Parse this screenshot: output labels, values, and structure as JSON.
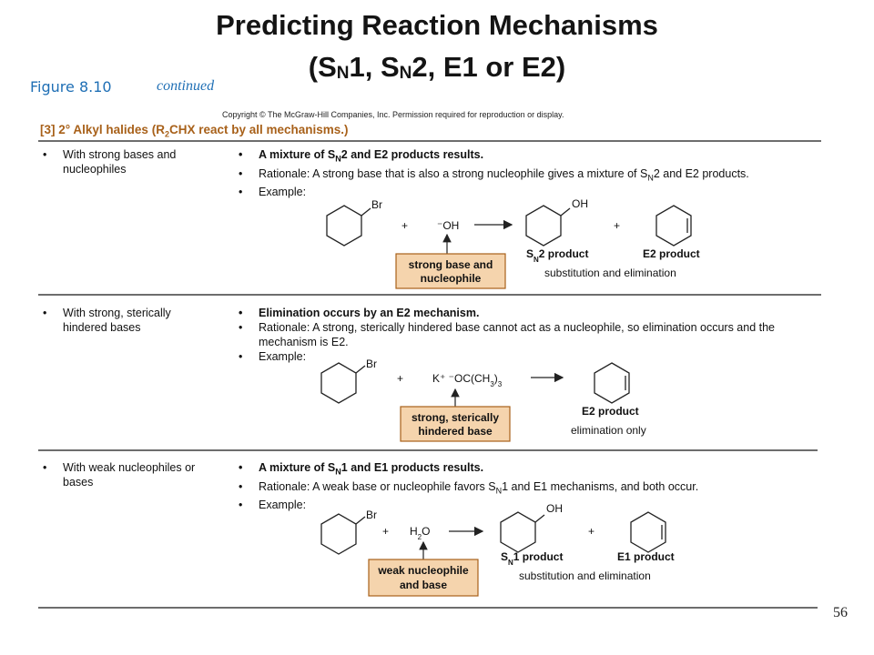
{
  "title": {
    "line1": "Predicting Reaction Mechanisms",
    "line2_open": "(S",
    "sub1": "N",
    "mid1": "1, S",
    "sub2": "N",
    "mid2": "2, E1 or E2)"
  },
  "figure_label": "Figure 8.10",
  "continued": "continued",
  "copyright": "Copyright © The McGraw-Hill Companies, Inc. Permission required for reproduction or display.",
  "section": {
    "pre": "[3] 2° Alkyl halides (R",
    "sub": "2",
    "post": "CHX react by all mechanisms.)"
  },
  "rows": [
    {
      "condition": "With strong bases and nucleophiles",
      "bullets": {
        "b1_pre": "A mixture of S",
        "b1_sub": "N",
        "b1_post": "2 and E2 products results.",
        "b2_pre": "Rationale: A strong base that is also a strong nucleophile gives a mixture of S",
        "b2_sub": "N",
        "b2_post": "2 and E2 products.",
        "b3": "Example:"
      },
      "scheme": {
        "leaving_group": "Br",
        "plus1": "+",
        "reagent": "⁻OH",
        "plus2": "+",
        "product_oh": "OH",
        "note_line1": "strong base and",
        "note_line2": "nucleophile",
        "p1_pre": "S",
        "p1_sub": "N",
        "p1_post": "2 product",
        "p2": "E2 product",
        "caption": "substitution and elimination"
      }
    },
    {
      "condition": "With strong, sterically hindered bases",
      "bullets": {
        "b1": "Elimination occurs by an E2 mechanism.",
        "b2": "Rationale: A strong, sterically hindered base cannot act as a nucleophile, so elimination occurs and the mechanism is E2.",
        "b3": "Example:"
      },
      "scheme": {
        "leaving_group": "Br",
        "plus1": "+",
        "reagent_pre": "K⁺ ⁻OC(CH",
        "reagent_sub": "3",
        "reagent_mid": ")",
        "reagent_sub2": "3",
        "note_line1": "strong, sterically",
        "note_line2": "hindered base",
        "p1": "E2 product",
        "caption": "elimination only"
      }
    },
    {
      "condition": "With weak nucleophiles or bases",
      "bullets": {
        "b1_pre": "A mixture of S",
        "b1_sub": "N",
        "b1_post": "1 and E1 products results.",
        "b2_pre": "Rationale: A weak base or nucleophile favors S",
        "b2_sub": "N",
        "b2_post": "1 and E1 mechanisms, and both occur.",
        "b3": "Example:"
      },
      "scheme": {
        "leaving_group": "Br",
        "plus1": "+",
        "reagent_pre": "H",
        "reagent_sub": "2",
        "reagent_post": "O",
        "plus2": "+",
        "product_oh": "OH",
        "note_line1": "weak nucleophile",
        "note_line2": "and base",
        "p1_pre": "S",
        "p1_sub": "N",
        "p1_post": "1 product",
        "p2": "E1 product",
        "caption": "substitution and elimination"
      }
    }
  ],
  "page_number": "56",
  "colors": {
    "accent_brown": "#a8611a",
    "note_fill": "#f5d4ad",
    "figure_blue": "#1f6fb5"
  }
}
